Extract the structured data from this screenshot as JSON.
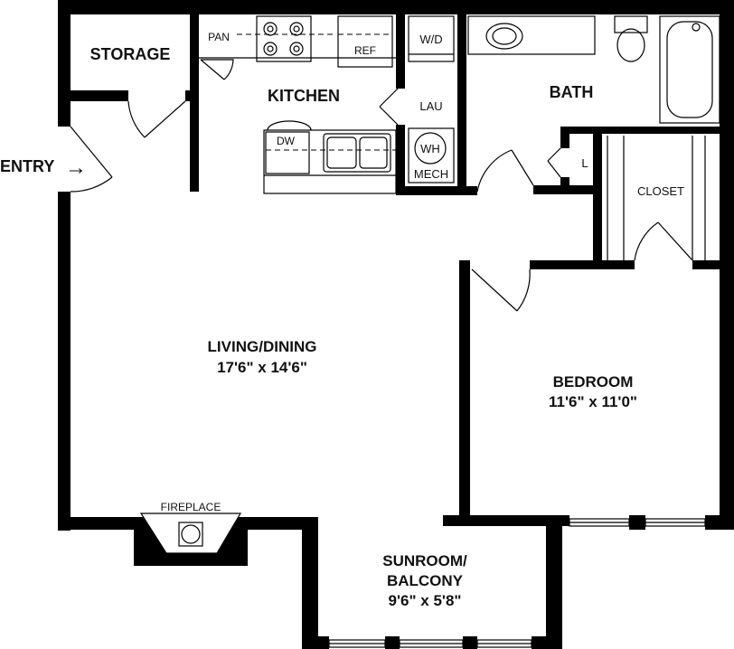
{
  "rooms": {
    "storage": "STORAGE",
    "kitchen": "KITCHEN",
    "bath": "BATH",
    "laundry": "LAU",
    "closet": "CLOSET",
    "linen": "L",
    "living_name": "LIVING/DINING",
    "living_dim": "17'6\" x 14'6\"",
    "bedroom_name": "BEDROOM",
    "bedroom_dim": "11'6\" x 11'0\"",
    "sunroom_line1": "SUNROOM/",
    "sunroom_line2": "BALCONY",
    "sunroom_dim": "9'6\" x 5'8\""
  },
  "fixtures": {
    "pantry": "PAN",
    "refrigerator": "REF",
    "washer_dryer": "W/D",
    "dishwasher": "DW",
    "water_heater": "WH",
    "mechanical": "MECH",
    "fireplace": "FIREPLACE"
  },
  "entry": {
    "label": "ENTRY",
    "arrow": "→"
  }
}
